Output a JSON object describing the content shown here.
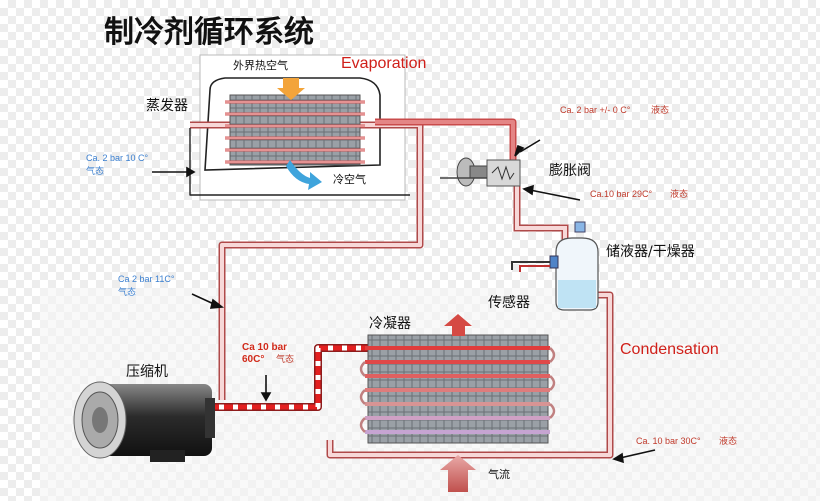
{
  "title": "制冷剂循环系统",
  "labels": {
    "outside_air": "外界热空气",
    "evaporation": "Evaporation",
    "evaporator": "蒸发器",
    "cold_air": "冷空气",
    "expansion_valve": "膨胀阀",
    "receiver_dryer": "储液器/干燥器",
    "sensor": "传感器",
    "condenser": "冷凝器",
    "compressor": "压缩机",
    "condensation": "Condensation",
    "airflow": "气流"
  },
  "annotations": {
    "evap_in_line1": "Ca. 2 bar 10 C°",
    "evap_in_line2": "气态",
    "valve_out": "Ca. 2 bar +/- 0 C°",
    "valve_out_state": "液态",
    "valve_in": "Ca.10 bar 29C°",
    "valve_in_state": "液态",
    "suction_line1": "Ca 2 bar 11C°",
    "suction_line2": "气态",
    "discharge_line1": "Ca 10 bar",
    "discharge_line2": "60C°",
    "discharge_state": "气态",
    "liquid_line": "Ca. 10 bar 30C°",
    "liquid_state": "液态"
  },
  "colors": {
    "pipe_pink": "#f4cfcf",
    "pipe_dark": "#c94b4b",
    "hot_red": "#e32020",
    "blue_text": "#3a7fd0",
    "accent_red": "#d0201a"
  }
}
